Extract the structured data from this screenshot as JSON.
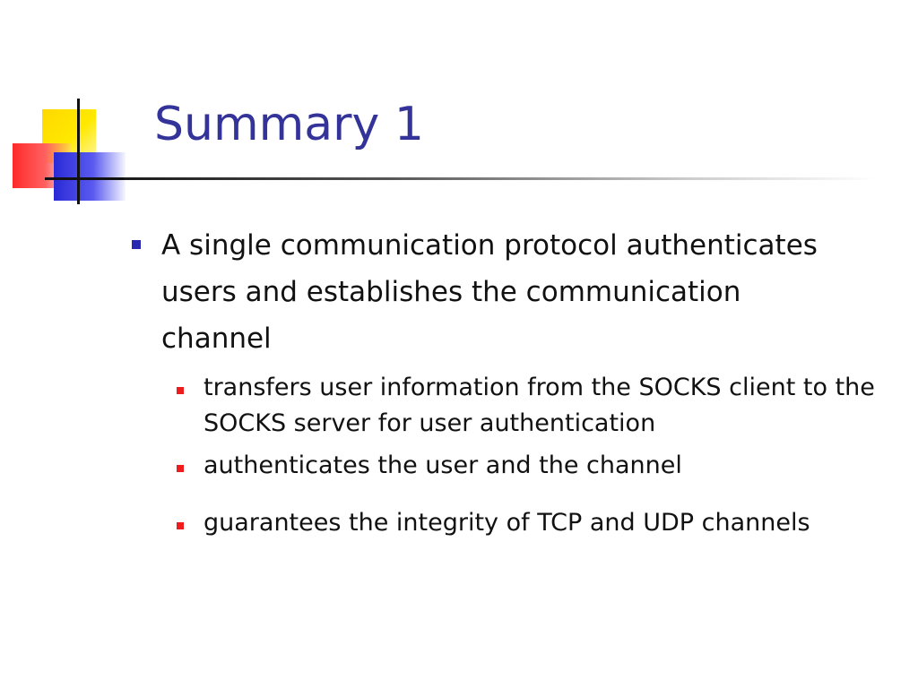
{
  "slide": {
    "title": "Summary 1",
    "bullets": [
      {
        "text": "A single communication protocol authenticates users and establishes the communication channel",
        "sub_bullets": [
          "transfers user information from the SOCKS client to the SOCKS server for user authentication",
          "authenticates the user and the channel",
          "guarantees the integrity of TCP and UDP channels"
        ]
      }
    ]
  },
  "colors": {
    "title": "#33339a",
    "level1_bullet": "#2828b0",
    "level2_bullet": "#ee1c1c",
    "body_text": "#111111",
    "logo_yellow": "#ffd800",
    "logo_red": "#ff2a2a",
    "logo_blue": "#2a2ad6"
  },
  "icons": {
    "logo": "overlapping-squares-logo-icon",
    "level1_bullet": "square-bullet-icon",
    "level2_bullet": "square-bullet-icon"
  }
}
